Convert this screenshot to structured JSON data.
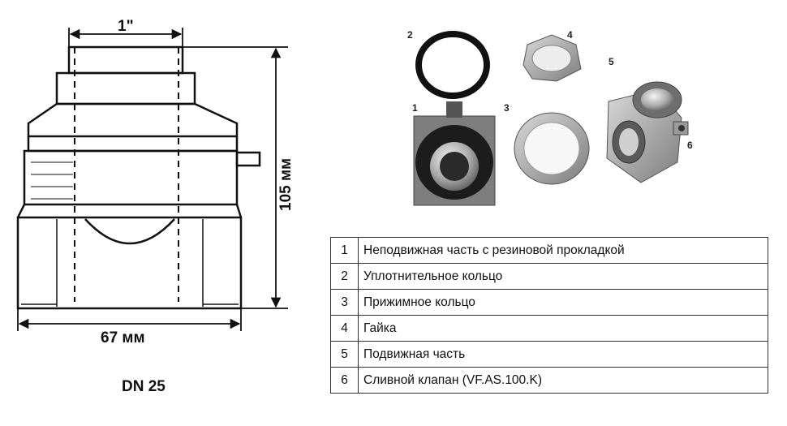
{
  "drawing": {
    "dim_top": "1\"",
    "dim_height": "105 мм",
    "dim_width": "67 мм",
    "caption": "DN 25"
  },
  "photo_labels": [
    "1",
    "2",
    "3",
    "4",
    "5",
    "6"
  ],
  "parts_table": [
    {
      "num": "1",
      "desc": "Неподвижная часть с резиновой прокладкой"
    },
    {
      "num": "2",
      "desc": "Уплотнительное кольцо"
    },
    {
      "num": "3",
      "desc": "Прижимное кольцо"
    },
    {
      "num": "4",
      "desc": "Гайка"
    },
    {
      "num": "5",
      "desc": "Подвижная часть"
    },
    {
      "num": "6",
      "desc": "Сливной клапан (VF.AS.100.K)"
    }
  ]
}
